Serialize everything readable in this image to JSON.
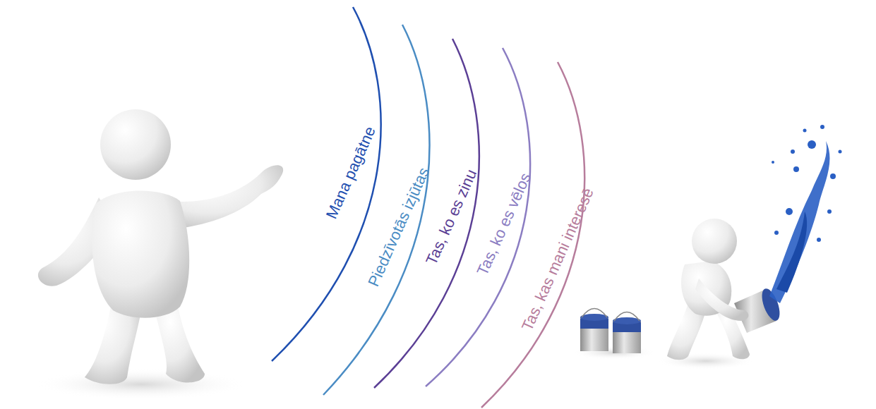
{
  "diagram": {
    "labels": [
      "Mana pagātne",
      "Piedzīvotās izjūtas",
      "Tas, ko es zinu",
      "Tas, ko es vēlos",
      "Tas, kas mani interesē"
    ]
  }
}
